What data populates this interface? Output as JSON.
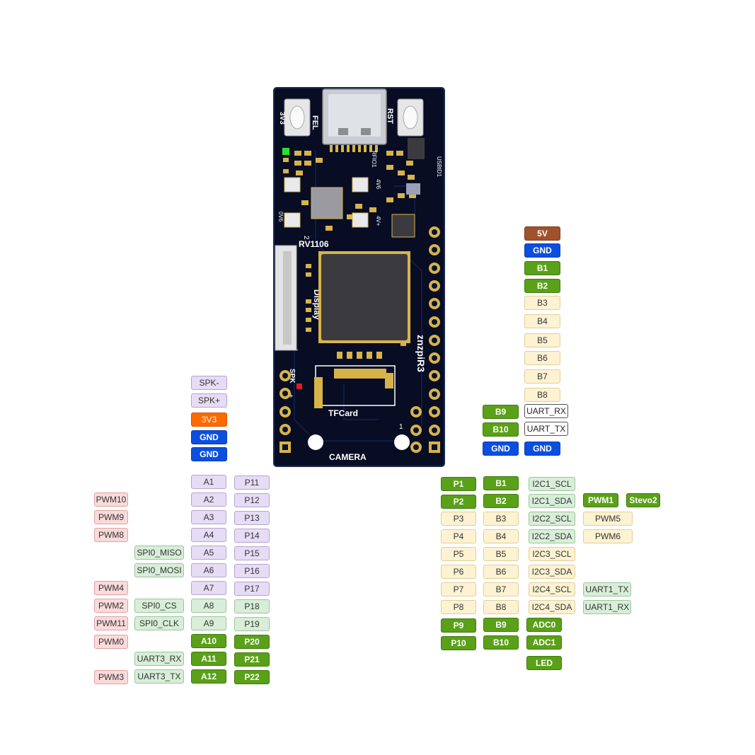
{
  "board": {
    "labels": {
      "btn_left": "3V3",
      "fel": "FEL",
      "rst": "RST",
      "usbid": "USBID1",
      "rfio": "RFIO1",
      "v_4v": "4V6",
      "cap_0v6": "0V6",
      "vplus": "4V+",
      "soc": "RV1106",
      "display": "Display",
      "model": "znzpiR3",
      "spk": "SPK",
      "spk_minus": "-",
      "spk_plus": "+",
      "tfcard": "TFCard",
      "camera": "CAMERA",
      "pin_2": "2",
      "pin_1": "1",
      "pin_r1": "1"
    },
    "colors": {
      "pcb": "#080d24",
      "silk": "#ffffff",
      "pad": "#d7b44a",
      "chip": "#3b3b3f",
      "led": "#27e327",
      "red": "#e01b24"
    }
  },
  "colors": {
    "5v": "#a0522d",
    "gnd": "#0b4fe0",
    "3v3": "#ff6a00",
    "io": "#5aa018",
    "av": "#e6dcf5",
    "i2c": "#d8eed8",
    "pwm": "#fadada",
    "gpio": "#fdf2d2",
    "uart": "#ffffff"
  },
  "header_right": {
    "col_main": [
      "5V",
      "GND",
      "B1",
      "B2",
      "B3",
      "B4",
      "B5",
      "B6",
      "B7",
      "B8",
      "UART_RX",
      "UART_TX",
      "GND"
    ],
    "col_left": [
      "B9",
      "B10",
      "GND"
    ]
  },
  "header_left": [
    "SPK-",
    "SPK+",
    "3V3",
    "GND",
    "GND"
  ],
  "left_table": {
    "pins": [
      "A1",
      "A2",
      "A3",
      "A4",
      "A5",
      "A6",
      "A7",
      "A8",
      "A9",
      "A10",
      "A11",
      "A12"
    ],
    "ports": [
      "P11",
      "P12",
      "P13",
      "P14",
      "P15",
      "P16",
      "P17",
      "P18",
      "P19",
      "P20",
      "P21",
      "P22"
    ],
    "spi_uart": [
      "",
      "",
      "",
      "",
      "SPI0_MISO",
      "SPI0_MOSI",
      "",
      "SPI0_CS",
      "SPI0_CLK",
      "",
      "UART3_RX",
      "UART3_TX"
    ],
    "pwm": [
      "",
      "PWM10",
      "PWM9",
      "PWM8",
      "",
      "",
      "PWM4",
      "PWM2",
      "PWM11",
      "PWM0",
      "",
      "PWM3"
    ]
  },
  "right_table": {
    "ports": [
      "P1",
      "P2",
      "P3",
      "P4",
      "P5",
      "P6",
      "P7",
      "P8",
      "P9",
      "P10"
    ],
    "pins": [
      "B1",
      "B2",
      "B3",
      "B4",
      "B5",
      "B6",
      "B7",
      "B8",
      "B9",
      "B10"
    ],
    "funcs": [
      "I2C1_SCL",
      "I2C1_SDA",
      "I2C2_SCL",
      "I2C2_SDA",
      "I2C3_SCL",
      "I2C3_SDA",
      "I2C4_SCL",
      "I2C4_SDA",
      "ADC0",
      "ADC1",
      "LED"
    ],
    "extra1": [
      "",
      "PWM1",
      "PWM5",
      "PWM6",
      "",
      "",
      "UART1_TX",
      "UART1_RX"
    ],
    "extra2": [
      "",
      "Stevo2"
    ]
  }
}
